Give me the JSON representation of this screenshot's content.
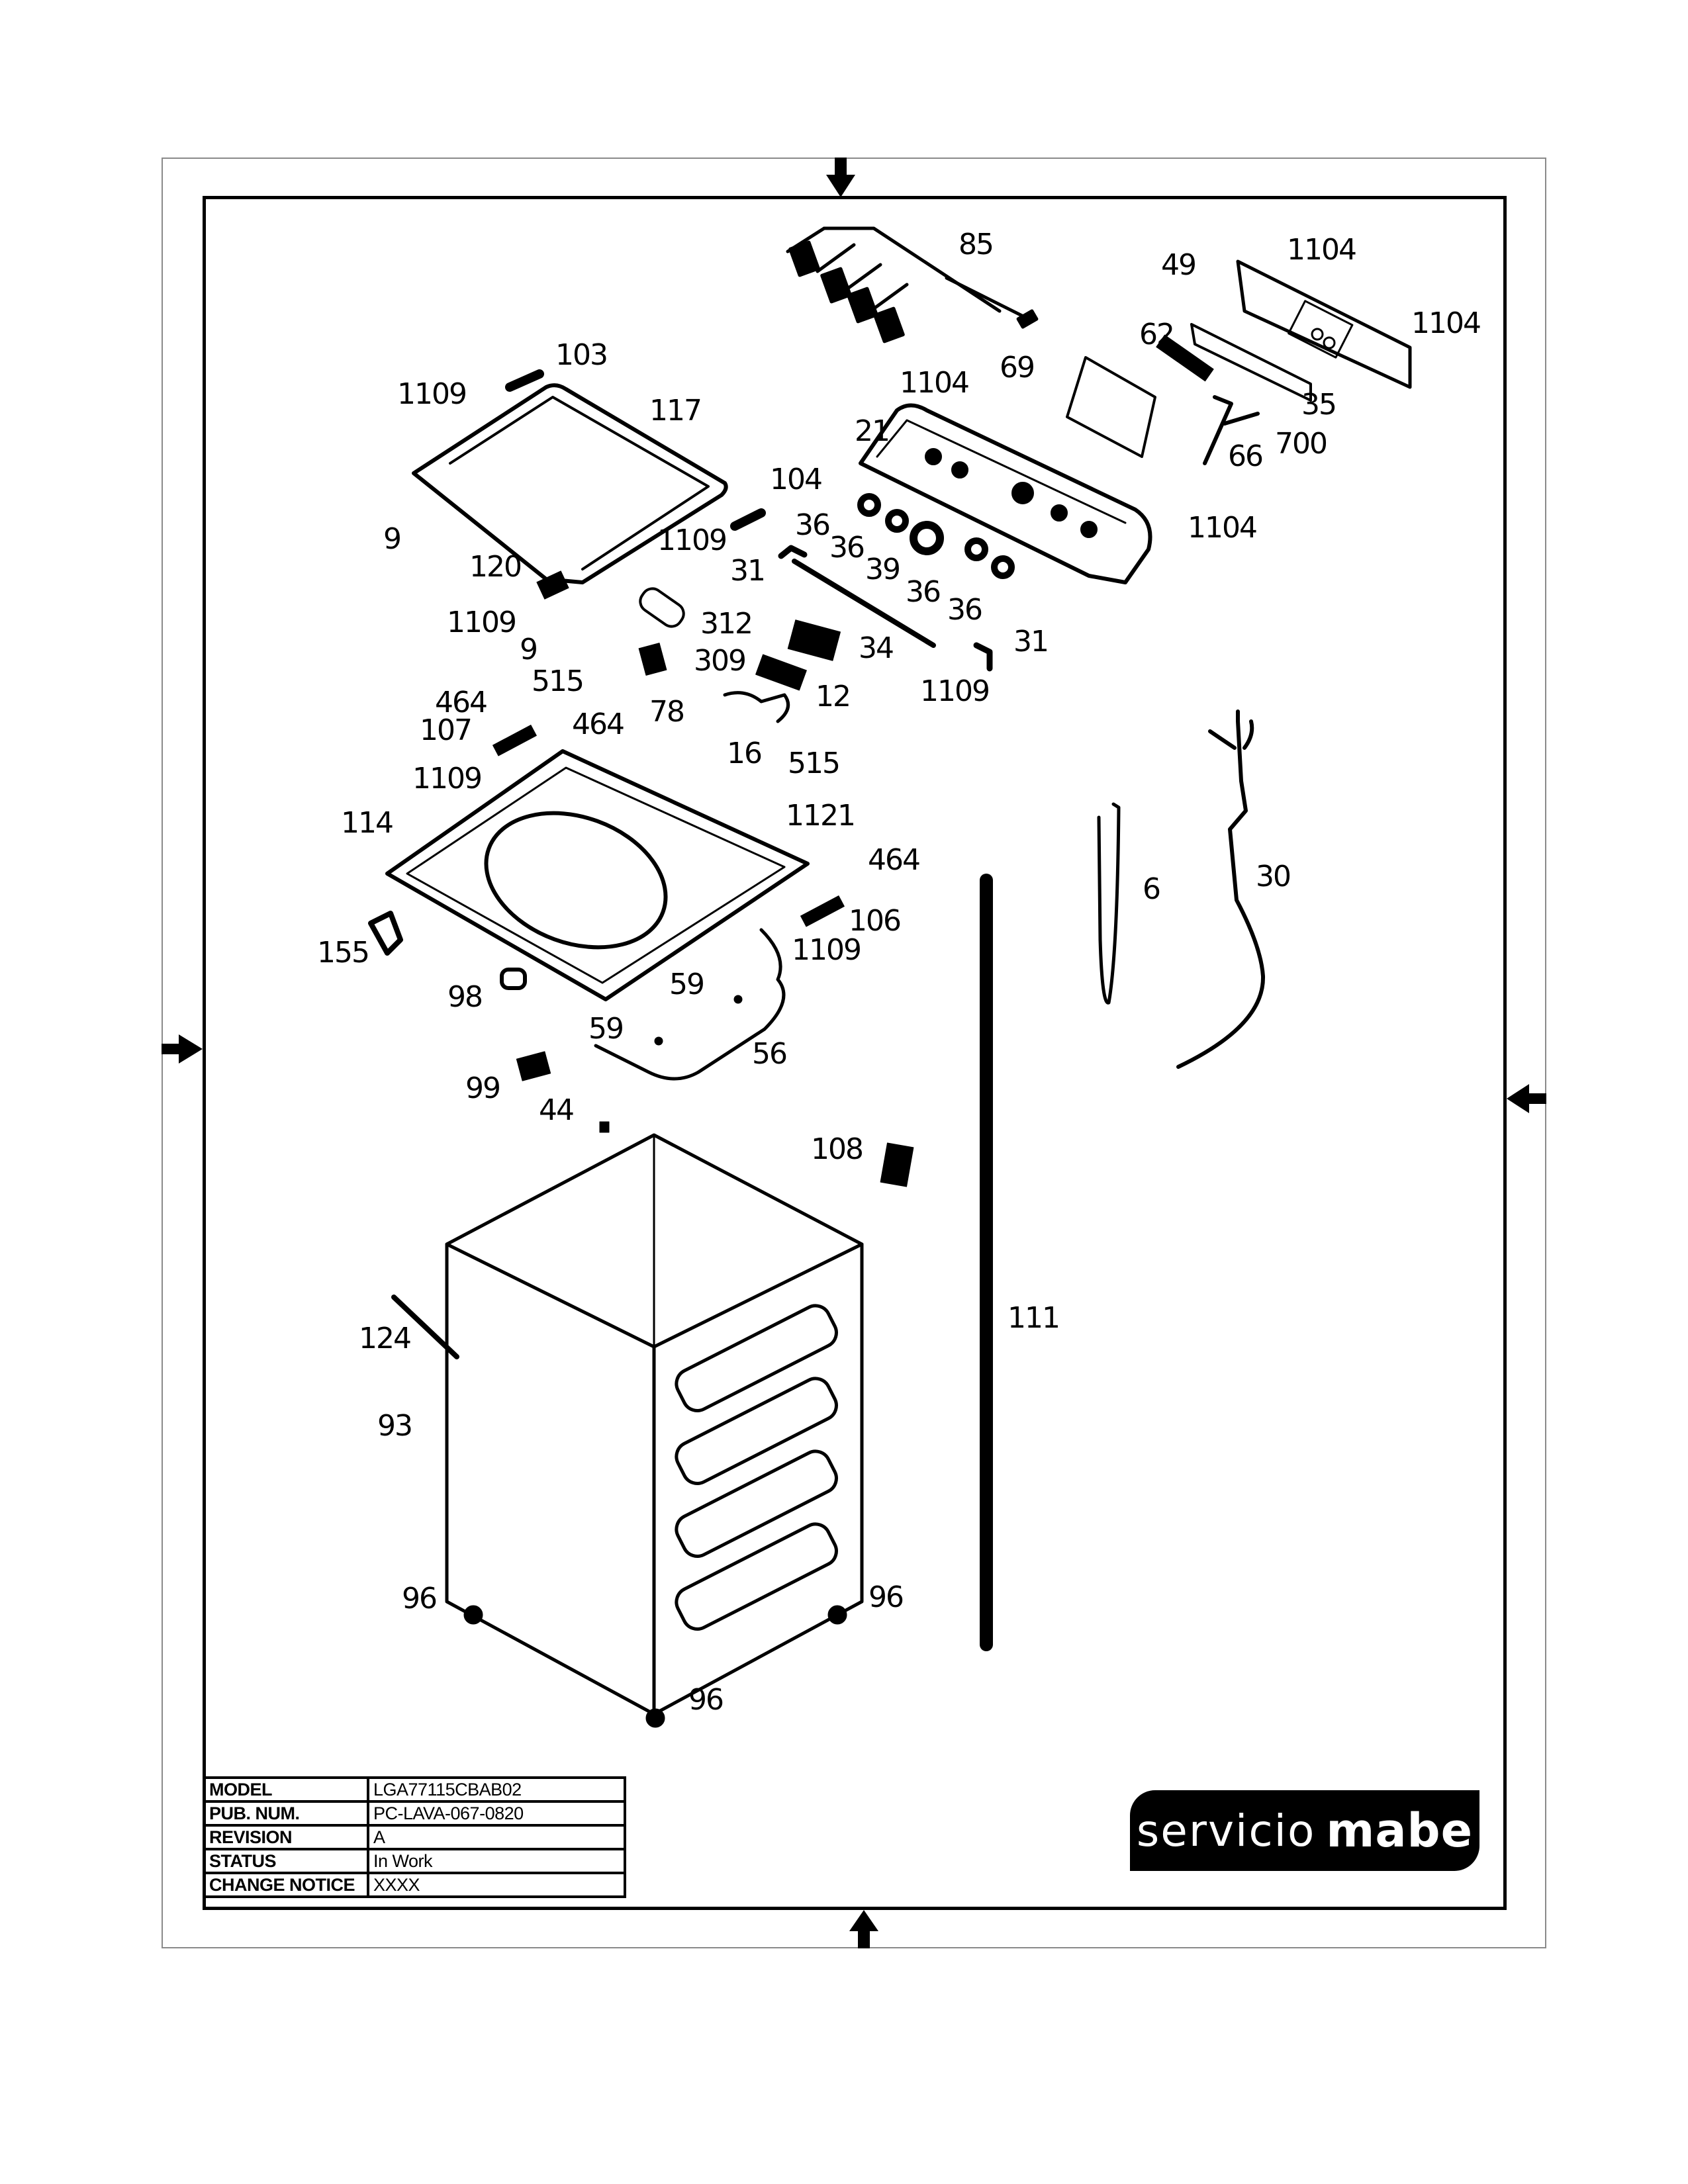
{
  "document": {
    "type": "exploded-parts-diagram",
    "subject": "top-load washing machine cabinet and control panel"
  },
  "title_block": {
    "rows": [
      {
        "label": "MODEL",
        "value": "LGA77115CBAB02"
      },
      {
        "label": "PUB. NUM.",
        "value": "PC-LAVA-067-0820"
      },
      {
        "label": "REVISION",
        "value": "A"
      },
      {
        "label": "STATUS",
        "value": "In Work"
      },
      {
        "label": "CHANGE NOTICE",
        "value": "XXXX"
      }
    ]
  },
  "logo": {
    "light": "servicio",
    "bold": "mabe"
  },
  "frame_arrows": [
    "arrow-down-icon",
    "arrow-right-icon",
    "arrow-left-icon",
    "arrow-up-icon"
  ],
  "callouts": {
    "c85": "85",
    "c49": "49",
    "c1104a": "1104",
    "c1104b": "1104",
    "c62": "62",
    "c69": "69",
    "c1104c": "1104",
    "c35": "35",
    "c700": "700",
    "c66": "66",
    "c21": "21",
    "c1104d": "1104",
    "c103": "103",
    "c1109a": "1109",
    "c117": "117",
    "c104": "104",
    "c1109b": "1109",
    "c9a": "9",
    "c36a": "36",
    "c36b": "36",
    "c39": "39",
    "c36c": "36",
    "c36d": "36",
    "c31a": "31",
    "c31b": "31",
    "c34": "34",
    "c1109c": "1109",
    "c12": "12",
    "c120": "120",
    "c1109d": "1109",
    "c312": "312",
    "c9b": "9",
    "c309": "309",
    "c515a": "515",
    "c78": "78",
    "c464a": "464",
    "c107": "107",
    "c464b": "464",
    "c16": "16",
    "c515b": "515",
    "c1109e": "1109",
    "c1121": "1121",
    "c114": "114",
    "c464c": "464",
    "c106": "106",
    "c1109f": "1109",
    "c155": "155",
    "c98": "98",
    "c59a": "59",
    "c59b": "59",
    "c56": "56",
    "c99": "99",
    "c44": "44",
    "c108": "108",
    "c6": "6",
    "c30": "30",
    "c111": "111",
    "c124": "124",
    "c93": "93",
    "c96a": "96",
    "c96b": "96",
    "c96c": "96"
  }
}
